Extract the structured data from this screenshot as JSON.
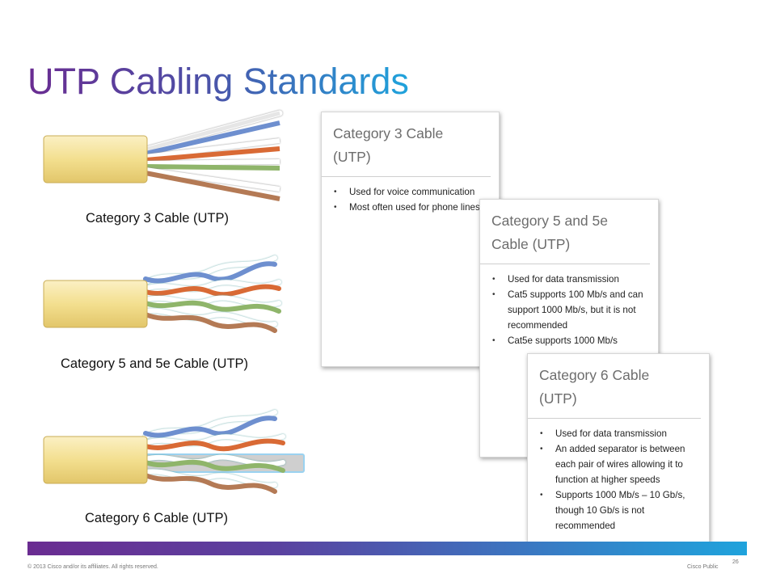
{
  "slide": {
    "title": "UTP Cabling Standards",
    "footer": {
      "copyright": "© 2013 Cisco and/or its affiliates. All rights reserved.",
      "classification": "Cisco Public",
      "page_number": "26"
    }
  },
  "cables": [
    {
      "caption": "Category 3 Cable (UTP)"
    },
    {
      "caption": "Category 5 and 5e Cable (UTP)"
    },
    {
      "caption": "Category 6 Cable (UTP)"
    }
  ],
  "cards": [
    {
      "title": "Category 3 Cable (UTP)",
      "bullets": [
        "Used for voice communication",
        "Most often used for phone lines"
      ]
    },
    {
      "title": "Category 5 and 5e Cable (UTP)",
      "bullets": [
        "Used for data transmission",
        "Cat5 supports 100 Mb/s and can support 1000 Mb/s, but it is not recommended",
        "Cat5e supports 1000 Mb/s"
      ]
    },
    {
      "title": "Category 6 Cable (UTP)",
      "bullets": [
        "Used for data transmission",
        "An added separator is between each pair of wires allowing it to function at higher speeds",
        "Supports 1000 Mb/s – 10 Gb/s, though 10 Gb/s is not recommended"
      ]
    }
  ],
  "colors": {
    "title_gradient": [
      "#6a2c91",
      "#1fa3dc"
    ],
    "jacket": "#f6e6a0",
    "wire_blue": "#6e8fcf",
    "wire_orange": "#d96a35",
    "wire_green": "#8fb56a",
    "wire_brown": "#b47a55"
  }
}
